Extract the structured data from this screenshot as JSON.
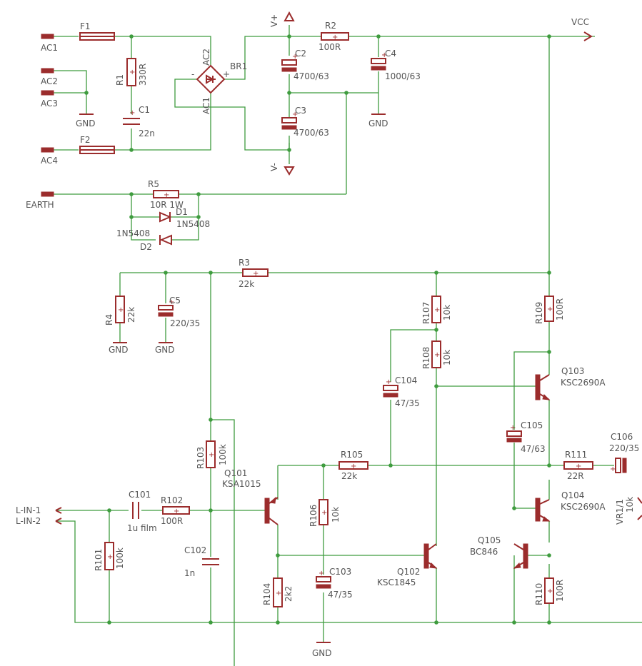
{
  "net_labels": {
    "ac1": "AC1",
    "ac2": "AC2",
    "ac3": "AC3",
    "ac4": "AC4",
    "earth": "EARTH",
    "vcc": "VCC",
    "vplus": "V+",
    "vminus": "V-",
    "gnd": "GND",
    "lin1": "L-IN-1",
    "lin2": "L-IN-2"
  },
  "components": {
    "F1": {
      "name": "F1",
      "value": ""
    },
    "F2": {
      "name": "F2",
      "value": ""
    },
    "R1": {
      "name": "R1",
      "value": "330R"
    },
    "C1": {
      "name": "C1",
      "value": "22n"
    },
    "BR1": {
      "name": "BR1",
      "value": "",
      "pin_ac2": "AC2",
      "pin_ac1": "AC1"
    },
    "C2": {
      "name": "C2",
      "value": "4700/63"
    },
    "C3": {
      "name": "C3",
      "value": "4700/63"
    },
    "R2": {
      "name": "R2",
      "value": "100R"
    },
    "C4": {
      "name": "C4",
      "value": "1000/63"
    },
    "R5": {
      "name": "R5",
      "value": "10R 1W"
    },
    "D1": {
      "name": "D1",
      "value": "1N5408"
    },
    "D2": {
      "name": "D2",
      "value": "1N5408"
    },
    "R3": {
      "name": "R3",
      "value": "22k"
    },
    "R4": {
      "name": "R4",
      "value": "22k"
    },
    "C5": {
      "name": "C5",
      "value": "220/35"
    },
    "R107": {
      "name": "R107",
      "value": "10k"
    },
    "R108": {
      "name": "R108",
      "value": "10k"
    },
    "R109": {
      "name": "R109",
      "value": "100R"
    },
    "Q103": {
      "name": "Q103",
      "value": "KSC2690A"
    },
    "C104": {
      "name": "C104",
      "value": "47/35"
    },
    "C105": {
      "name": "C105",
      "value": "47/63"
    },
    "R103": {
      "name": "R103",
      "value": "100k"
    },
    "Q101": {
      "name": "Q101",
      "value": "KSA1015"
    },
    "R105": {
      "name": "R105",
      "value": "22k"
    },
    "R111": {
      "name": "R111",
      "value": "22R"
    },
    "C106": {
      "name": "C106",
      "value": "220/35"
    },
    "VR1": {
      "name": "VR1/1",
      "value": "10k"
    },
    "C101": {
      "name": "C101",
      "value": "1u film"
    },
    "R102": {
      "name": "R102",
      "value": "100R"
    },
    "Q104": {
      "name": "Q104",
      "value": "KSC2690A"
    },
    "R106": {
      "name": "R106",
      "value": "10k"
    },
    "Q105": {
      "name": "Q105",
      "value": "BC846"
    },
    "C102": {
      "name": "C102",
      "value": "1n"
    },
    "Q102": {
      "name": "Q102",
      "value": "KSC1845"
    },
    "R101": {
      "name": "R101",
      "value": "100k"
    },
    "R104": {
      "name": "R104",
      "value": "2k2"
    },
    "C103": {
      "name": "C103",
      "value": "47/35"
    },
    "R110": {
      "name": "R110",
      "value": "100R"
    }
  },
  "colors": {
    "wire": "#3f9c3f",
    "component": "#9b2c2c",
    "label": "#555555",
    "background": "#ffffff"
  },
  "pin_marks": {
    "plus": "+",
    "minus": "-"
  }
}
